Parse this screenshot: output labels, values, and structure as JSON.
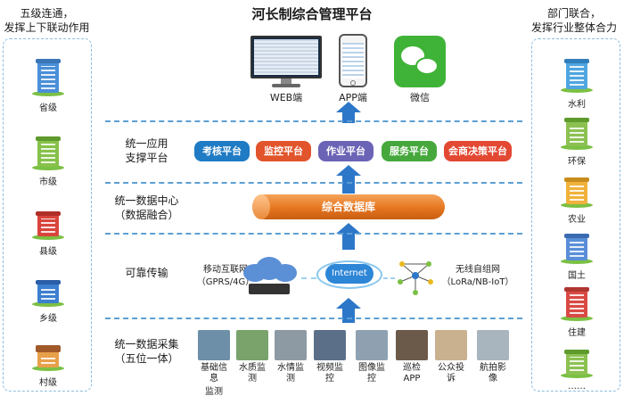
{
  "title": "河长制综合管理平台",
  "left_header": [
    "五级连通，",
    "发挥上下联动作用"
  ],
  "right_header": [
    "部门联合，",
    "发挥行业整体合力"
  ],
  "left_levels": [
    {
      "label": "省级",
      "color": "#4a8fd8",
      "roof": "#3a75b8"
    },
    {
      "label": "市级",
      "color": "#86c24a",
      "roof": "#5e9a2c"
    },
    {
      "label": "县级",
      "color": "#d9453c",
      "roof": "#b02f28"
    },
    {
      "label": "乡级",
      "color": "#3d7fd0",
      "roof": "#2a5ea6"
    },
    {
      "label": "村级",
      "color": "#e8a04a",
      "roof": "#a05a2a"
    }
  ],
  "right_departments": [
    {
      "label": "水利",
      "color": "#4fa6e0",
      "roof": "#2f7fbc"
    },
    {
      "label": "环保",
      "color": "#8cc152",
      "roof": "#5e9a2c"
    },
    {
      "label": "农业",
      "color": "#f0b23c",
      "roof": "#c78d1c"
    },
    {
      "label": "国土",
      "color": "#5a8fd8",
      "roof": "#3a6bb0"
    },
    {
      "label": "住建",
      "color": "#d94a44",
      "roof": "#b03630"
    },
    {
      "label": "……",
      "color": "#8cc152",
      "roof": "#5e9a2c"
    }
  ],
  "terminals": [
    {
      "label": "WEB端",
      "kind": "monitor-icon"
    },
    {
      "label": "APP端",
      "kind": "phone-icon"
    },
    {
      "label": "微信",
      "kind": "wechat-icon"
    }
  ],
  "layers": {
    "app": [
      "统一应用",
      "支撑平台"
    ],
    "data": [
      "统一数据中心",
      "（数据融合）"
    ],
    "transport": [
      "可靠传输"
    ],
    "collect": [
      "统一数据采集",
      "（五位一体）"
    ]
  },
  "platforms": [
    {
      "label": "考核平台",
      "color": "#1f7bc4"
    },
    {
      "label": "监控平台",
      "color": "#e2542b"
    },
    {
      "label": "作业平台",
      "color": "#6b63b5"
    },
    {
      "label": "服务平台",
      "color": "#46a83c"
    },
    {
      "label": "会商决策平台",
      "color": "#e24832"
    }
  ],
  "database": {
    "label": "综合数据库"
  },
  "network": {
    "mobile": [
      "移动互联网",
      "（GPRS/4G）"
    ],
    "internet": "Internet",
    "wireless": [
      "无线自组网",
      "（LoRa/NB-IoT）"
    ]
  },
  "sources": [
    {
      "label": "基础信息",
      "label2": "监测",
      "color": "#6d8fa8"
    },
    {
      "label": "水质监测",
      "label2": "",
      "color": "#7aa36b"
    },
    {
      "label": "水情监测",
      "label2": "",
      "color": "#8d9aa4"
    },
    {
      "label": "视频监控",
      "label2": "",
      "color": "#5b7088"
    },
    {
      "label": "图像监控",
      "label2": "",
      "color": "#8fa1b0"
    },
    {
      "label": "巡检APP",
      "label2": "",
      "color": "#6b5a4a"
    },
    {
      "label": "公众投诉",
      "label2": "",
      "color": "#c9b08f"
    },
    {
      "label": "航拍影像",
      "label2": "",
      "color": "#a8b4be"
    }
  ]
}
